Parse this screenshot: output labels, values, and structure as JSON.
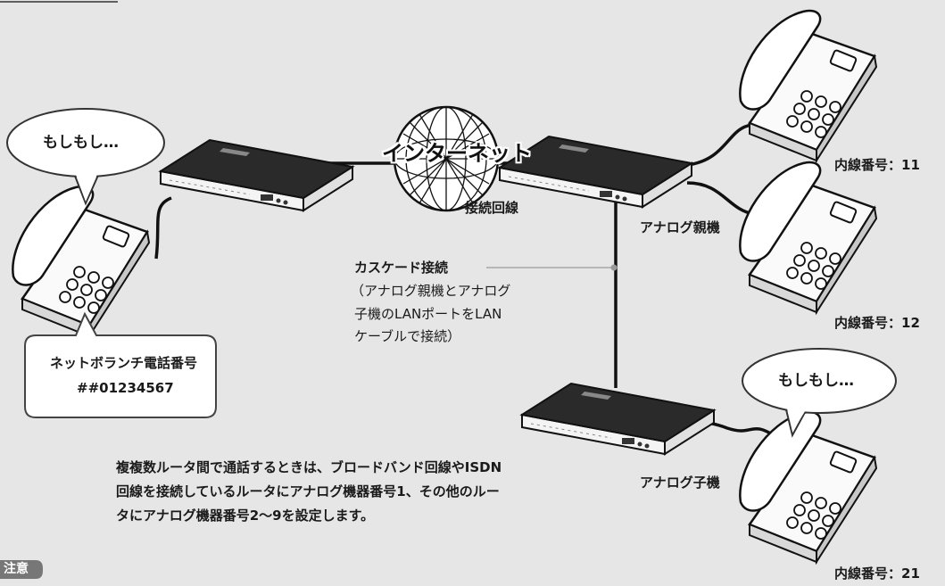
{
  "internet_label": "インターネット",
  "connection_line_label": "接続回線",
  "caller_bubble": "もしもし…",
  "receiver_bubble": "もしもし…",
  "netbranch_callout": {
    "title": "ネットボランチ電話番号",
    "number": "##01234567"
  },
  "cascade": {
    "label": "カスケード接続",
    "detail_lines": [
      "（アナログ親機とアナログ",
      "子機のLANポートをLAN",
      "ケーブルで接続）"
    ]
  },
  "analog_parent_label": "アナログ親機",
  "analog_child_label": "アナログ子機",
  "extensions": {
    "ext_11": "内線番号：11",
    "ext_12": "内線番号：12",
    "ext_21": "内線番号：21"
  },
  "note_lines": [
    "複複数ルータ間で通話するときは、ブロードバンド回線やISDN",
    "回線を接続しているルータにアナログ機器番号1、その他のルー",
    "タにアナログ機器番号2～9を設定します。"
  ],
  "caution_tag": "注意"
}
